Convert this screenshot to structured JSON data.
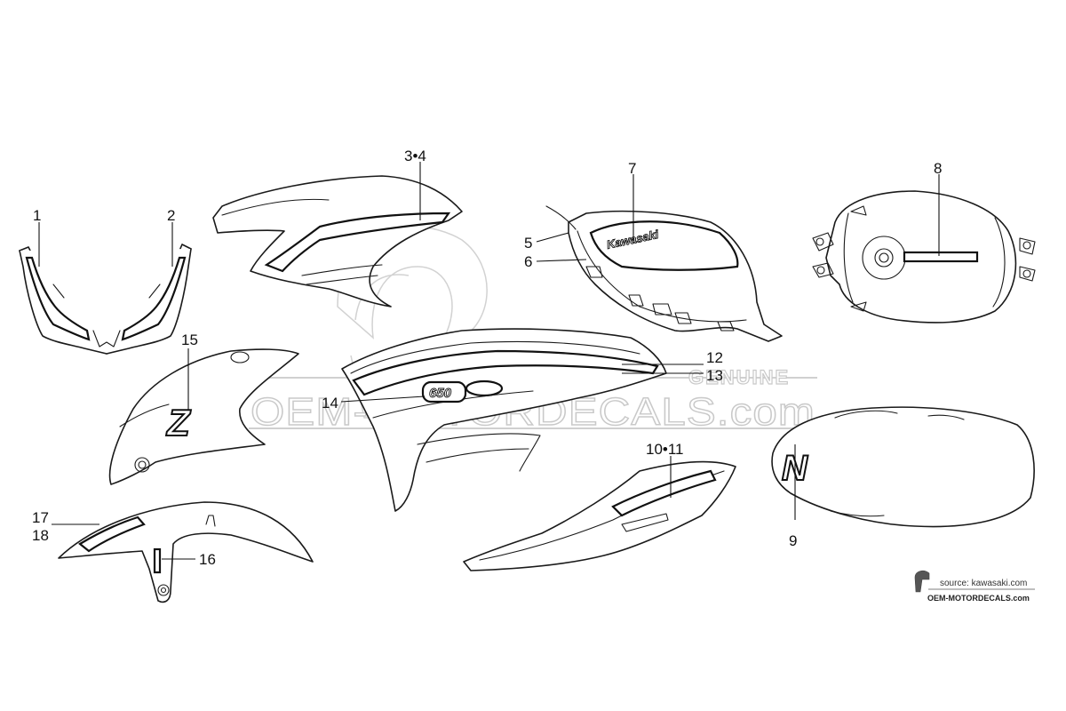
{
  "callouts": {
    "c1": "1",
    "c2": "2",
    "c3_4": "3•4",
    "c5": "5",
    "c6": "6",
    "c7": "7",
    "c8": "8",
    "c9": "9",
    "c10_11": "10•11",
    "c12": "12",
    "c13": "13",
    "c14": "14",
    "c15": "15",
    "c16": "16",
    "c17": "17",
    "c18": "18"
  },
  "decals": {
    "tank_logo": "Kawasaki",
    "shroud_logo": "Z",
    "seat_logo": "N",
    "shroud_model": "650"
  },
  "watermark": {
    "site": "OEM-MOTORDECALS.com",
    "badge": "GENUINE"
  },
  "source": {
    "credit": "source: kawasaki.com",
    "site": "OEM-MOTORDECALS.com"
  }
}
